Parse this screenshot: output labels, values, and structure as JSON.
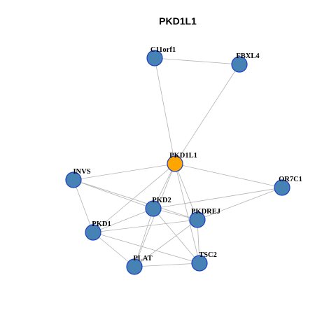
{
  "title": "PKD1L1",
  "colors": {
    "node_default": "#4682b4",
    "node_focus": "#ffa500",
    "node_border": "#1f3fc4",
    "edge": "#b3b3b3"
  },
  "nodes": [
    {
      "id": "C11orf1",
      "label": "C11orf1",
      "focus": false
    },
    {
      "id": "FBXL4",
      "label": "FBXL4",
      "focus": false
    },
    {
      "id": "PKD1L1",
      "label": "PKD1L1",
      "focus": true
    },
    {
      "id": "INVS",
      "label": "INVS",
      "focus": false
    },
    {
      "id": "OR7C1",
      "label": "OR7C1",
      "focus": false
    },
    {
      "id": "PKD2",
      "label": "PKD2",
      "focus": false
    },
    {
      "id": "PKDREJ",
      "label": "PKDREJ",
      "focus": false
    },
    {
      "id": "PKD1",
      "label": "PKD1",
      "focus": false
    },
    {
      "id": "PLAT",
      "label": "PLAT",
      "focus": false
    },
    {
      "id": "TSC2",
      "label": "TSC2",
      "focus": false
    }
  ],
  "edges": [
    [
      "C11orf1",
      "FBXL4"
    ],
    [
      "C11orf1",
      "PKD1L1"
    ],
    [
      "FBXL4",
      "PKD1L1"
    ],
    [
      "PKD1L1",
      "INVS"
    ],
    [
      "PKD1L1",
      "OR7C1"
    ],
    [
      "PKD1L1",
      "PKD2"
    ],
    [
      "PKD1L1",
      "PKDREJ"
    ],
    [
      "PKD1L1",
      "PKD1"
    ],
    [
      "PKD1L1",
      "PLAT"
    ],
    [
      "PKD1L1",
      "TSC2"
    ],
    [
      "INVS",
      "PKD2"
    ],
    [
      "INVS",
      "PKDREJ"
    ],
    [
      "INVS",
      "PKD1"
    ],
    [
      "OR7C1",
      "PKD2"
    ],
    [
      "OR7C1",
      "PKDREJ"
    ],
    [
      "PKD2",
      "PKDREJ"
    ],
    [
      "PKD2",
      "PKD1"
    ],
    [
      "PKD2",
      "PLAT"
    ],
    [
      "PKD2",
      "TSC2"
    ],
    [
      "PKDREJ",
      "PKD1"
    ],
    [
      "PKDREJ",
      "PLAT"
    ],
    [
      "PKDREJ",
      "TSC2"
    ],
    [
      "PKD1",
      "PLAT"
    ],
    [
      "PKD1",
      "TSC2"
    ],
    [
      "PLAT",
      "TSC2"
    ]
  ]
}
